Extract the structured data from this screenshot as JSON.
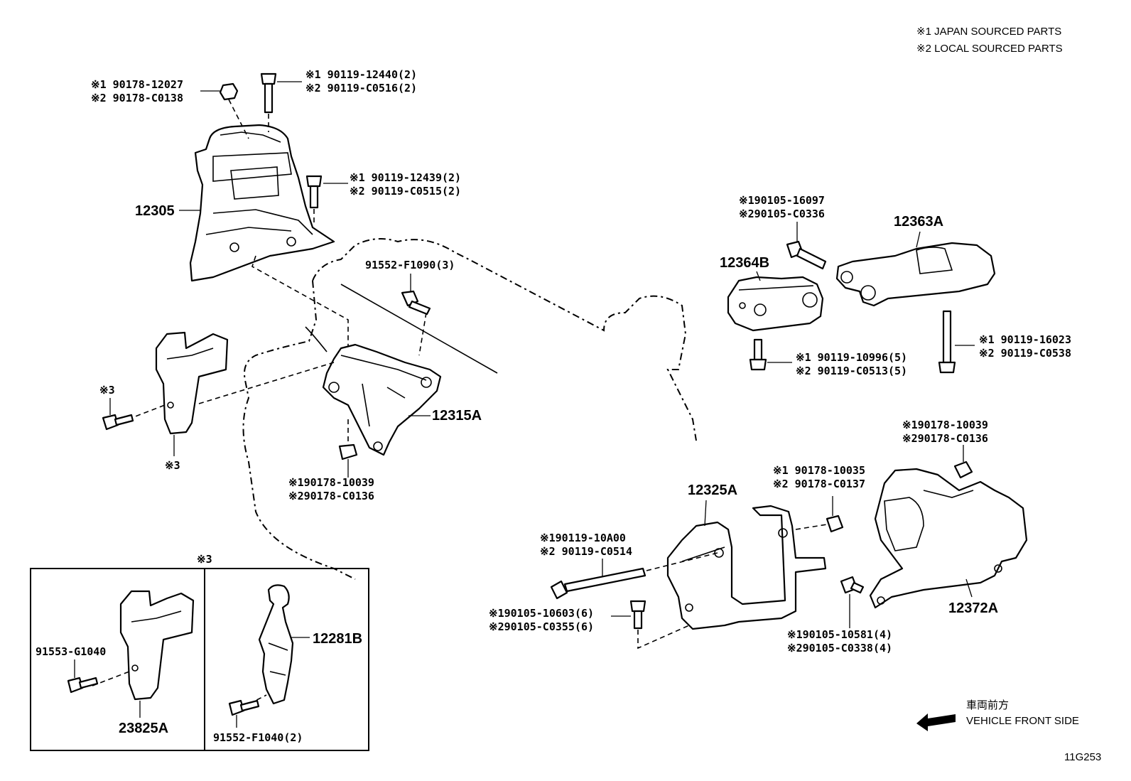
{
  "legend": {
    "line1": "※1 JAPAN SOURCED PARTS",
    "line2": "※2 LOCAL SOURCED PARTS"
  },
  "direction": {
    "jp": "車両前方",
    "en": "VEHICLE FRONT SIDE"
  },
  "diagram_code": "11G253",
  "inset_note": "※3",
  "parts": {
    "p12305": "12305",
    "p12315A": "12315A",
    "p12363A": "12363A",
    "p12364B": "12364B",
    "p12325A": "12325A",
    "p12372A": "12372A",
    "p12281B": "12281B",
    "p23825A": "23825A"
  },
  "fasteners": {
    "nut_top_1": "※1 90178-12027",
    "nut_top_2": "※2 90178-C0138",
    "bolt_top_1": "※1 90119-12440(2)",
    "bolt_top_2": "※2 90119-C0516(2)",
    "bolt_mid_1": "※1 90119-12439(2)",
    "bolt_mid_2": "※2 90119-C0515(2)",
    "bolt_91552_f1090": "91552-F1090(3)",
    "nut_12315_1": "※190178-10039",
    "nut_12315_2": "※290178-C0136",
    "bolt_12364_1": "※190105-16097",
    "bolt_12364_2": "※290105-C0336",
    "bolt_12364_low_1": "※1 90119-10996(5)",
    "bolt_12364_low_2": "※2 90119-C0513(5)",
    "bolt_12363_1": "※1 90119-16023",
    "bolt_12363_2": "※2 90119-C0538",
    "nut_12372_1": "※190178-10039",
    "nut_12372_2": "※290178-C0136",
    "nut_12325_1": "※1 90178-10035",
    "nut_12325_2": "※2 90178-C0137",
    "longbolt_1": "※190119-10A00",
    "longbolt_2": "※2 90119-C0514",
    "bolt_12325_low_1": "※190105-10603(6)",
    "bolt_12325_low_2": "※290105-C0355(6)",
    "bolt_12372_low_1": "※190105-10581(4)",
    "bolt_12372_low_2": "※290105-C0338(4)",
    "bracket_bolt_note": "※3",
    "bracket_note": "※3",
    "inset_bolt_1": "91553-G1040",
    "inset_bolt_2": "91552-F1040(2)"
  }
}
